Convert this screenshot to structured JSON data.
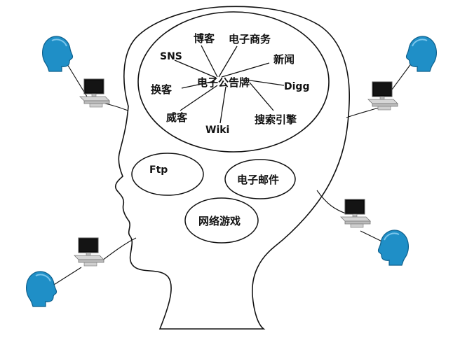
{
  "hub": {
    "label": "电子公告牌"
  },
  "brain_nodes": [
    {
      "id": "boke",
      "label": "博客"
    },
    {
      "id": "dianzishangwu",
      "label": "电子商务"
    },
    {
      "id": "sns",
      "label": "SNS"
    },
    {
      "id": "xinwen",
      "label": "新闻"
    },
    {
      "id": "huanke",
      "label": "换客"
    },
    {
      "id": "digg",
      "label": "Digg"
    },
    {
      "id": "weike",
      "label": "威客"
    },
    {
      "id": "wiki",
      "label": "Wiki"
    },
    {
      "id": "sousuo",
      "label": "搜索引擎"
    }
  ],
  "bubbles": [
    {
      "id": "ftp",
      "label": "Ftp"
    },
    {
      "id": "email",
      "label": "电子邮件"
    },
    {
      "id": "game",
      "label": "网络游戏"
    }
  ],
  "colors": {
    "outline": "#111111",
    "user_head": "#1f8fc7",
    "user_head_dark": "#0d5f8c",
    "monitor_screen": "#0a0a0a",
    "computer_body": "#d6d6d6"
  },
  "icons": [
    "user-head-icon",
    "computer-icon"
  ]
}
